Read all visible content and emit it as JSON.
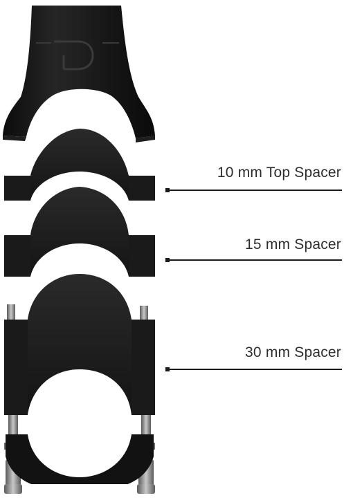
{
  "callouts": [
    {
      "label": "10 mm Top Spacer"
    },
    {
      "label": "15 mm Spacer"
    },
    {
      "label": "30 mm Spacer"
    }
  ],
  "colors": {
    "part": "#141414",
    "part_highlight": "#2c2c2c",
    "metal": "#9a9a9a",
    "leader": "#1a1a1a",
    "text": "#2d2d2d"
  }
}
